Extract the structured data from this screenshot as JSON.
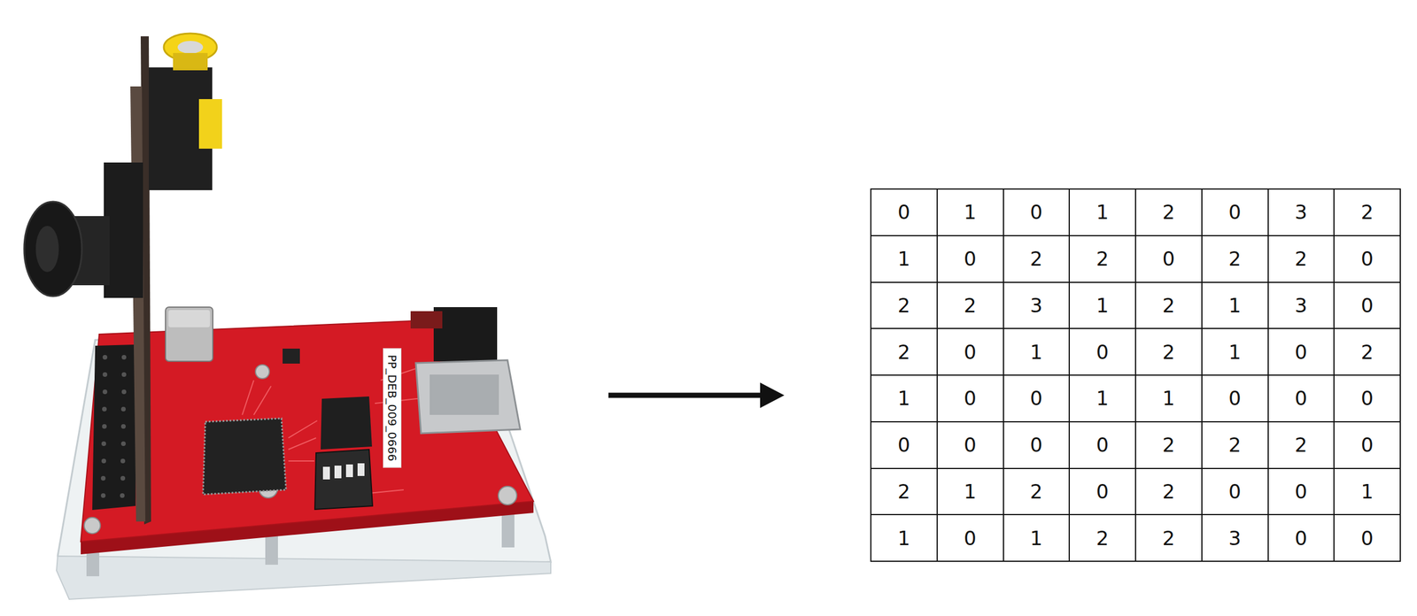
{
  "diagram": {
    "labels": [
      "PP_DEB_009_0666",
      "0",
      "1",
      "0",
      "1",
      "2",
      "0",
      "3",
      "2",
      "1",
      "0",
      "2",
      "2",
      "0",
      "2",
      "2",
      "0",
      "2",
      "2",
      "3",
      "1",
      "2",
      "1",
      "3",
      "0",
      "2",
      "0",
      "1",
      "0",
      "2",
      "1",
      "0",
      "2",
      "1",
      "0",
      "0",
      "1",
      "1",
      "0",
      "0",
      "0",
      "0",
      "0",
      "0",
      "0",
      "2",
      "2",
      "2",
      "0",
      "2",
      "1",
      "2",
      "0",
      "2",
      "0",
      "0",
      "1",
      "1",
      "0",
      "1",
      "2",
      "2",
      "3",
      "0",
      "0"
    ]
  }
}
